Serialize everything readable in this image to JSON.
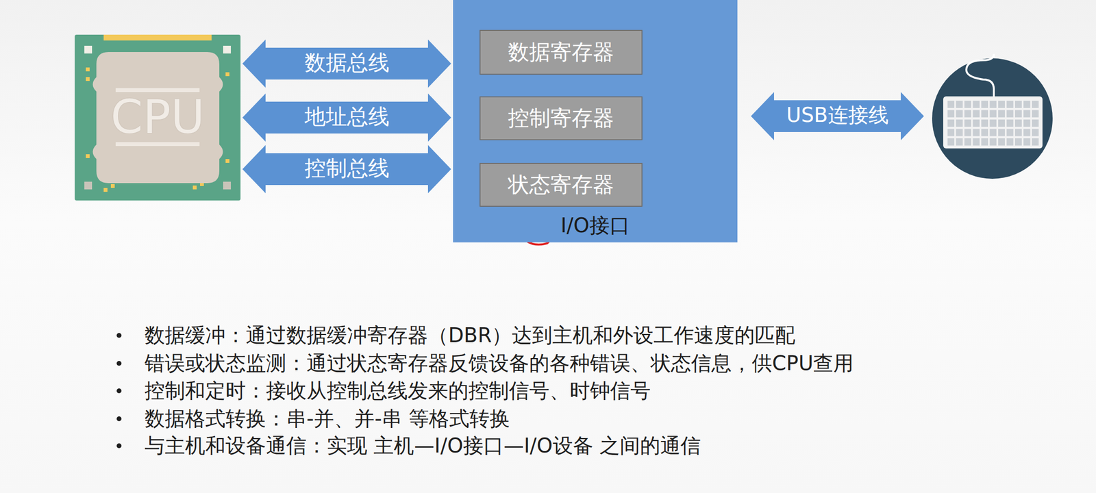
{
  "diagram": {
    "nodes": [
      {
        "text": [
          "CPU"
        ]
      },
      {
        "text": [
          "I/O接口"
        ]
      },
      {
        "text": [
          "数据寄存器"
        ],
        "in": 1
      },
      {
        "text": [
          "控制寄存器"
        ],
        "in": 1
      },
      {
        "text": [
          "状态寄存器"
        ],
        "in": 1
      }
    ],
    "edges": [
      {
        "from": 0,
        "to": 1,
        "label": "数据总线",
        "arrow": "both"
      },
      {
        "from": 0,
        "to": 1,
        "label": "地址总线",
        "arrow": "both"
      },
      {
        "from": 0,
        "to": 1,
        "label": "控制总线",
        "arrow": "both"
      }
    ],
    "labels": [
      "USB连接线",
      "数据缓冲：通过数据缓冲寄存器（DBR）达到主机和外设工作速度的匹配",
      "错误或状态监测：通过状态寄存器反馈设备的各种错误、状态信息，供CPU查用",
      "控制和定时：接收从控制总线发来的控制信号、时钟信号",
      "数据格式转换：串-并、并-串 等格式转换",
      "与主机和设备通信：实现 主机—I/O接口—I/O设备 之间的通信"
    ]
  }
}
